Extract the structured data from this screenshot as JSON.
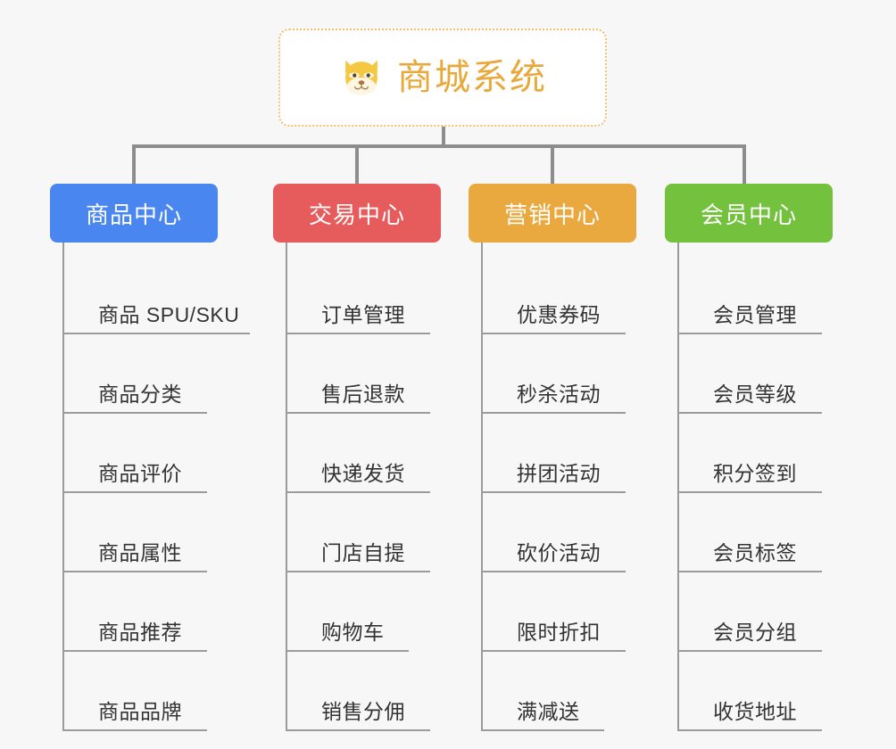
{
  "canvas": {
    "background": "#f7f7f7",
    "connector_color": "#8d8d8d",
    "leaf_line_color": "#9b9b9b",
    "leaf_text_color": "#333333"
  },
  "root": {
    "title": "商城系统",
    "icon": "shiba-dog-face-icon",
    "text_color": "#e8a93a",
    "border_color": "#f0c070",
    "fill": "#ffffff"
  },
  "columns": [
    {
      "key": "product-center",
      "title": "商品中心",
      "color": "#4a86f0",
      "items": [
        {
          "label": "商品 SPU/SKU",
          "underline_width": 208
        },
        {
          "label": "商品分类",
          "underline_width": 160
        },
        {
          "label": "商品评价",
          "underline_width": 160
        },
        {
          "label": "商品属性",
          "underline_width": 160
        },
        {
          "label": "商品推荐",
          "underline_width": 160
        },
        {
          "label": "商品品牌",
          "underline_width": 160
        }
      ]
    },
    {
      "key": "trade-center",
      "title": "交易中心",
      "color": "#e65c5c",
      "items": [
        {
          "label": "订单管理",
          "underline_width": 160
        },
        {
          "label": "售后退款",
          "underline_width": 160
        },
        {
          "label": "快递发货",
          "underline_width": 160
        },
        {
          "label": "门店自提",
          "underline_width": 160
        },
        {
          "label": "购物车",
          "underline_width": 136
        },
        {
          "label": "销售分佣",
          "underline_width": 160
        }
      ]
    },
    {
      "key": "marketing-center",
      "title": "营销中心",
      "color": "#eaa93f",
      "items": [
        {
          "label": "优惠券码",
          "underline_width": 160
        },
        {
          "label": "秒杀活动",
          "underline_width": 160
        },
        {
          "label": "拼团活动",
          "underline_width": 160
        },
        {
          "label": "砍价活动",
          "underline_width": 160
        },
        {
          "label": "限时折扣",
          "underline_width": 160
        },
        {
          "label": "满减送",
          "underline_width": 136
        }
      ]
    },
    {
      "key": "member-center",
      "title": "会员中心",
      "color": "#73c13d",
      "items": [
        {
          "label": "会员管理",
          "underline_width": 160
        },
        {
          "label": "会员等级",
          "underline_width": 160
        },
        {
          "label": "积分签到",
          "underline_width": 160
        },
        {
          "label": "会员标签",
          "underline_width": 160
        },
        {
          "label": "会员分组",
          "underline_width": 160
        },
        {
          "label": "收货地址",
          "underline_width": 160
        }
      ]
    }
  ]
}
